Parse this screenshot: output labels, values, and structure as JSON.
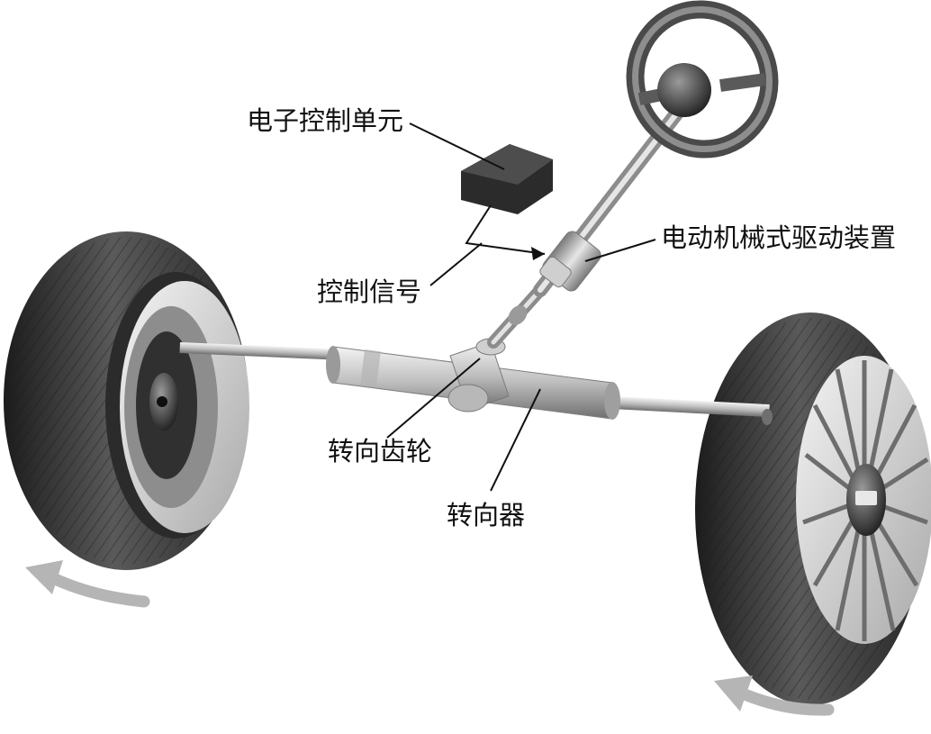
{
  "labels": {
    "ecu": "电子控制单元",
    "actuator": "电动机械式驱动装置",
    "signal": "控制信号",
    "pinion": "转向齿轮",
    "steering_gear": "转向器"
  },
  "colors": {
    "background": "#ffffff",
    "tire": "#3c3c3c",
    "rim": "#d4d4d4",
    "metal": "#c8c8c8",
    "ecu_box": "#2e2e2e",
    "arrow": "#b5b5b5",
    "leader": "#111111"
  },
  "icons": {
    "rotation_arrow": "curved-arrow-icon"
  }
}
